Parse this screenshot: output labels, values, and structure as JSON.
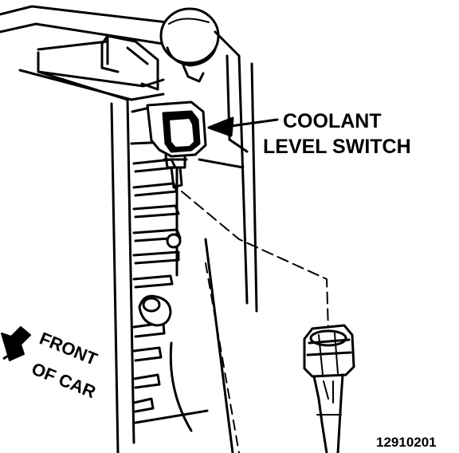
{
  "callout": {
    "line1": "COOLANT",
    "line2": "LEVEL SWITCH"
  },
  "direction": {
    "line1": "FRONT",
    "line2": "OF CAR"
  },
  "figure_number": "12910201",
  "colors": {
    "ink": "#000000",
    "paper": "#ffffff"
  },
  "icons": {
    "direction_arrow": "arrow-down-left-icon",
    "leader_arrow": "leader-arrow-left-icon"
  }
}
